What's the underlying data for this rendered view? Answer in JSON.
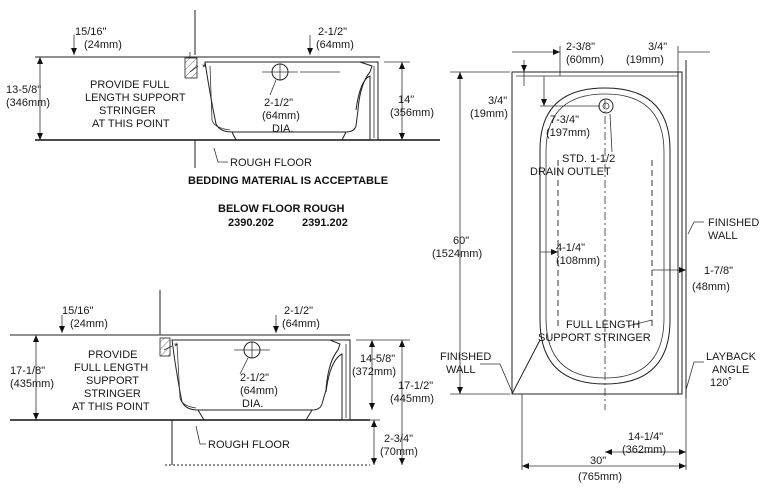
{
  "top_section": {
    "dim_15_16": "15/16\"",
    "dim_24mm": "(24mm)",
    "dim_2_1_2": "2-1/2\"",
    "dim_64mm": "(64mm)",
    "dim_13_5_8": "13-5/8\"",
    "dim_346mm": "(346mm)",
    "provide_l1": "PROVIDE FULL",
    "provide_l2": "LENGTH SUPPORT",
    "provide_l3": "STRINGER",
    "provide_l4": "AT THIS POINT",
    "drain_dia_l1": "2-1/2\"",
    "drain_dia_l2": "(64mm)",
    "drain_dia_l3": "DIA.",
    "dim_14": "14\"",
    "dim_356mm": "(356mm)",
    "rough_floor": "ROUGH FLOOR",
    "star": "*",
    "bedding": "BEDDING MATERIAL IS ACCEPTABLE",
    "below_floor": "BELOW FLOOR ROUGH",
    "model_a": "2390.202",
    "model_b": "2391.202"
  },
  "bottom_section": {
    "dim_15_16": "15/16\"",
    "dim_24mm": "(24mm)",
    "dim_2_1_2": "2-1/2\"",
    "dim_64mm": "(64mm)",
    "dim_17_1_8": "17-1/8\"",
    "dim_435mm": "(435mm)",
    "provide_l1": "PROVIDE",
    "provide_l2": "FULL LENGTH",
    "provide_l3": "SUPPORT",
    "provide_l4": "STRINGER",
    "provide_l5": "AT THIS POINT",
    "drain_dia_l1": "2-1/2\"",
    "drain_dia_l2": "(64mm)",
    "drain_dia_l3": "DIA.",
    "dim_14_5_8": "14-5/8\"",
    "dim_372mm": "(372mm)",
    "dim_17_1_2": "17-1/2\"",
    "dim_445mm": "(445mm)",
    "dim_2_3_4": "2-3/4\"",
    "dim_70mm": "(70mm)",
    "rough_floor": "ROUGH FLOOR",
    "star": "*"
  },
  "plan_view": {
    "dim_2_3_8": "2-3/8\"",
    "dim_60mm": "(60mm)",
    "dim_3_4_top": "3/4\"",
    "dim_19mm_top": "(19mm)",
    "dim_3_4_left": "3/4\"",
    "dim_19mm_left": "(19mm)",
    "dim_7_3_4": "7-3/4\"",
    "dim_197mm": "(197mm)",
    "drain_l1": "STD. 1-1/2",
    "drain_l2": "DRAIN OUTLET",
    "dim_60": "60\"",
    "dim_1524mm": "(1524mm)",
    "dim_4_1_4": "4-1/4\"",
    "dim_108mm": "(108mm)",
    "finished_wall_r_l1": "FINISHED",
    "finished_wall_r_l2": "WALL",
    "dim_1_7_8": "1-7/8\"",
    "dim_48mm": "(48mm)",
    "stringer_l1": "FULL LENGTH",
    "stringer_l2": "SUPPORT STRINGER",
    "finished_wall_l_l1": "FINISHED",
    "finished_wall_l_l2": "WALL",
    "layback_l1": "LAYBACK",
    "layback_l2": "ANGLE",
    "layback_l3": "120˚",
    "dim_14_1_4": "14-1/4\"",
    "dim_362mm": "(362mm)",
    "dim_30": "30\"",
    "dim_765mm": "(765mm)"
  }
}
